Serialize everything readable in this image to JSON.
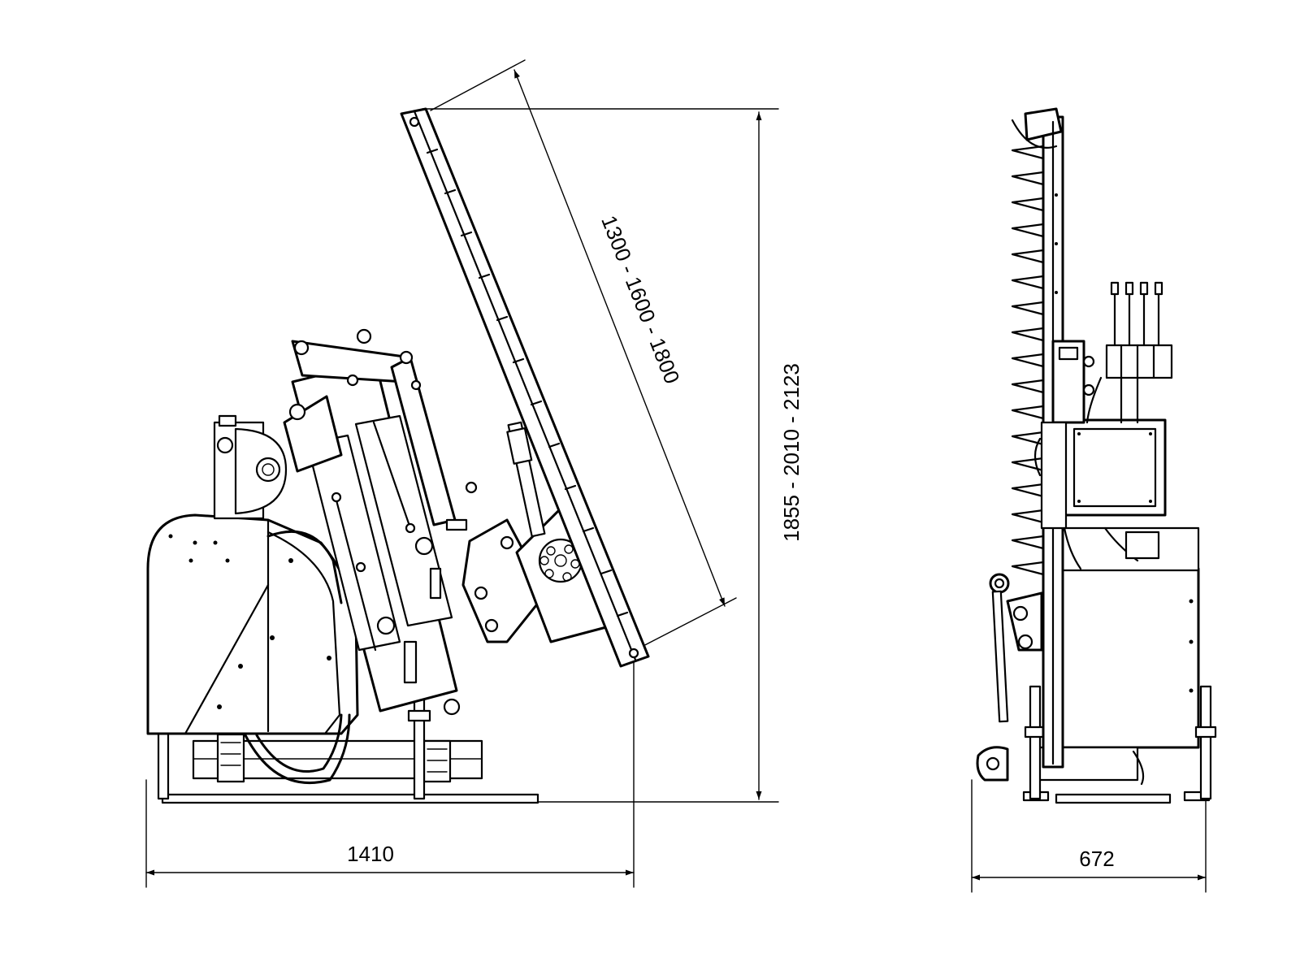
{
  "dimensions": {
    "width_side": "1410",
    "width_front": "672",
    "bar_length": "1300 - 1600 - 1800",
    "total_height": "1855 - 2010 - 2123"
  },
  "colors": {
    "line": "#000000",
    "background": "#ffffff"
  }
}
